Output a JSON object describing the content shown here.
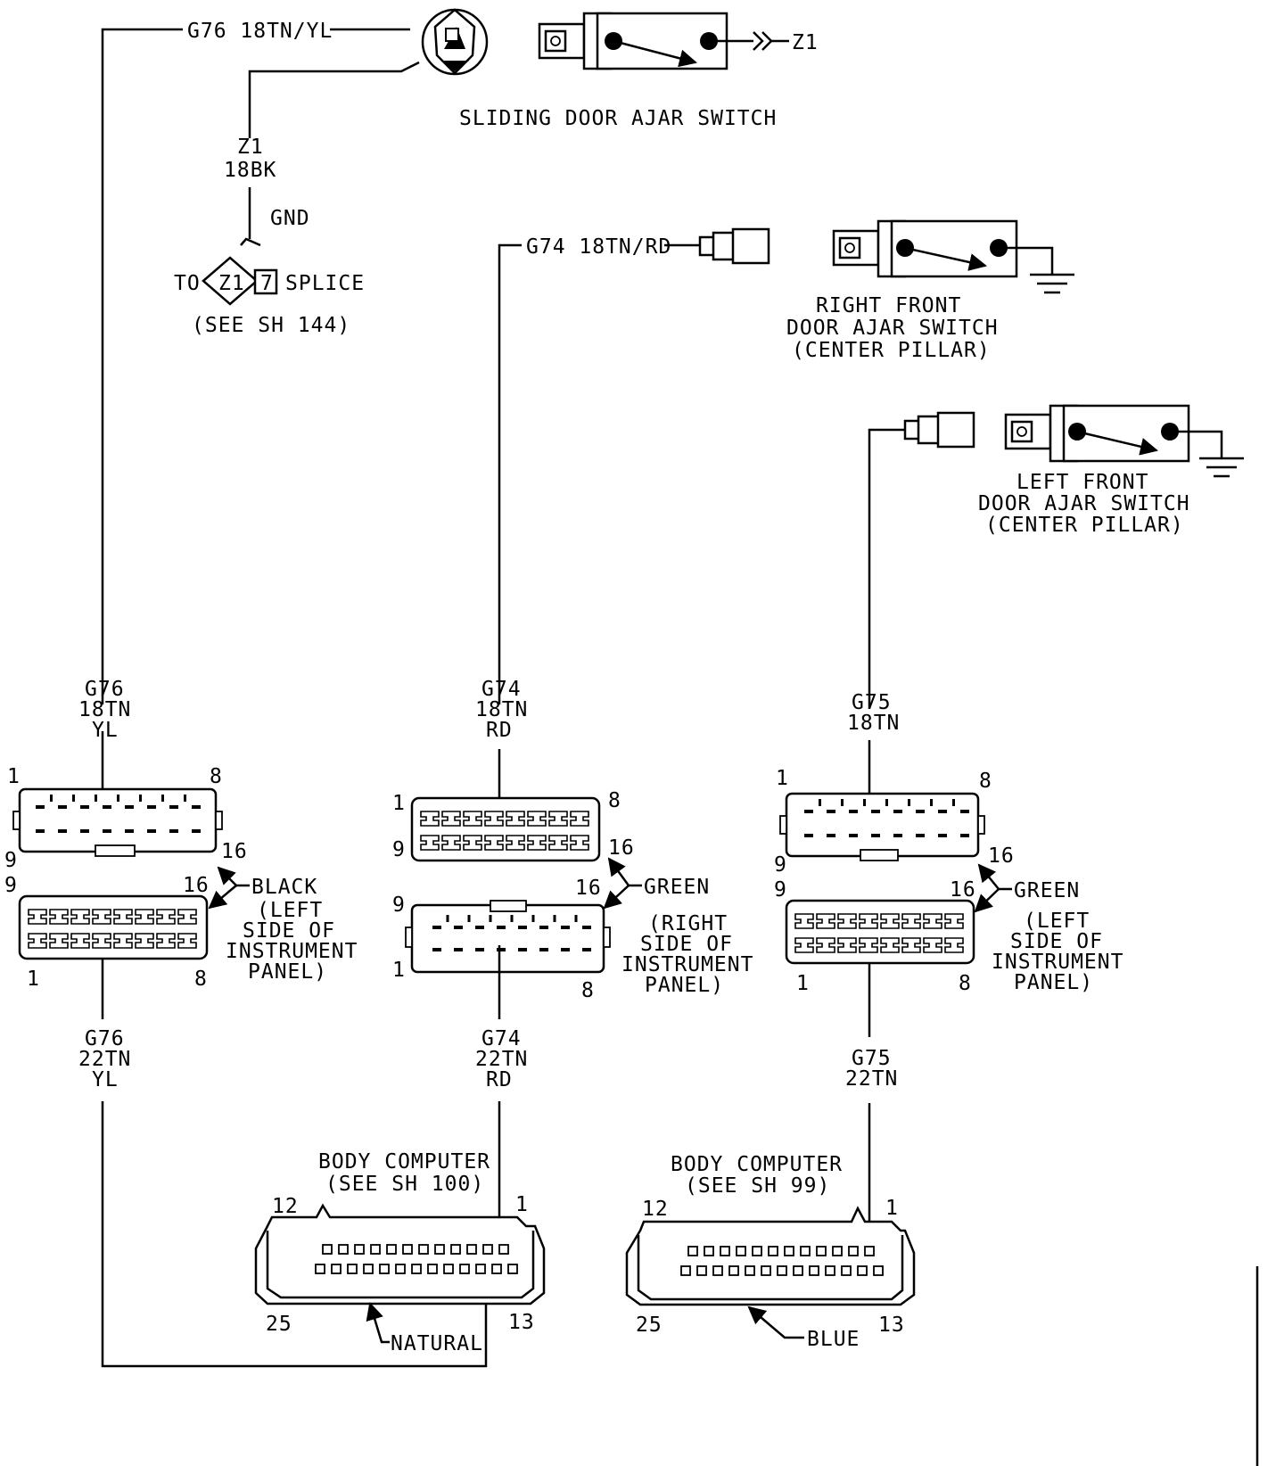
{
  "top_left": {
    "wire_label": "G76 18TN/YL",
    "z1_code": "Z1",
    "z1_gauge": "18BK",
    "gnd_label": "GND",
    "to_label": "TO",
    "splice_z1": "Z1",
    "splice_num": "7",
    "splice_label": "SPLICE",
    "see_sheet": "(SEE SH 144)"
  },
  "sliding_switch": {
    "output_label": "Z1",
    "title": "SLIDING DOOR AJAR SWITCH"
  },
  "right_front": {
    "wire_label": "G74 18TN/RD",
    "title_line1": "RIGHT FRONT",
    "title_line2": "DOOR AJAR SWITCH",
    "title_line3": "(CENTER PILLAR)"
  },
  "left_front": {
    "title_line1": "LEFT FRONT",
    "title_line2": "DOOR AJAR SWITCH",
    "title_line3": "(CENTER PILLAR)"
  },
  "connectors": {
    "left": {
      "upper_wire": [
        "G76",
        "18TN",
        "YL"
      ],
      "lower_wire": [
        "G76",
        "22TN",
        "YL"
      ],
      "pins_top": [
        "1",
        "8",
        "9",
        "16"
      ],
      "pins_bottom": [
        "9",
        "16",
        "1",
        "8"
      ],
      "color": "BLACK",
      "location": [
        "(LEFT",
        "SIDE OF",
        "INSTRUMENT",
        "PANEL)"
      ]
    },
    "middle": {
      "upper_wire": [
        "G74",
        "18TN",
        "RD"
      ],
      "lower_wire": [
        "G74",
        "22TN",
        "RD"
      ],
      "pins_top": [
        "1",
        "8",
        "9",
        "16"
      ],
      "pins_bottom": [
        "16",
        "9",
        "1",
        "8"
      ],
      "color": "GREEN",
      "location": [
        "(RIGHT",
        "SIDE OF",
        "INSTRUMENT",
        "PANEL)"
      ]
    },
    "right": {
      "upper_wire": [
        "G75",
        "18TN"
      ],
      "lower_wire": [
        "G75",
        "22TN"
      ],
      "pins_top": [
        "1",
        "8",
        "9",
        "16"
      ],
      "pins_bottom": [
        "9",
        "16",
        "1",
        "8"
      ],
      "color": "GREEN",
      "location": [
        "(LEFT",
        "SIDE OF",
        "INSTRUMENT",
        "PANEL)"
      ]
    }
  },
  "body_computers": [
    {
      "title": "BODY COMPUTER",
      "see": "(SEE SH 100)",
      "pin_a": "12",
      "pin_b": "1",
      "pin_c": "25",
      "pin_d": "13",
      "color": "NATURAL"
    },
    {
      "title": "BODY COMPUTER",
      "see": "(SEE SH 99)",
      "pin_a": "12",
      "pin_b": "1",
      "pin_c": "25",
      "pin_d": "13",
      "color": "BLUE"
    }
  ]
}
